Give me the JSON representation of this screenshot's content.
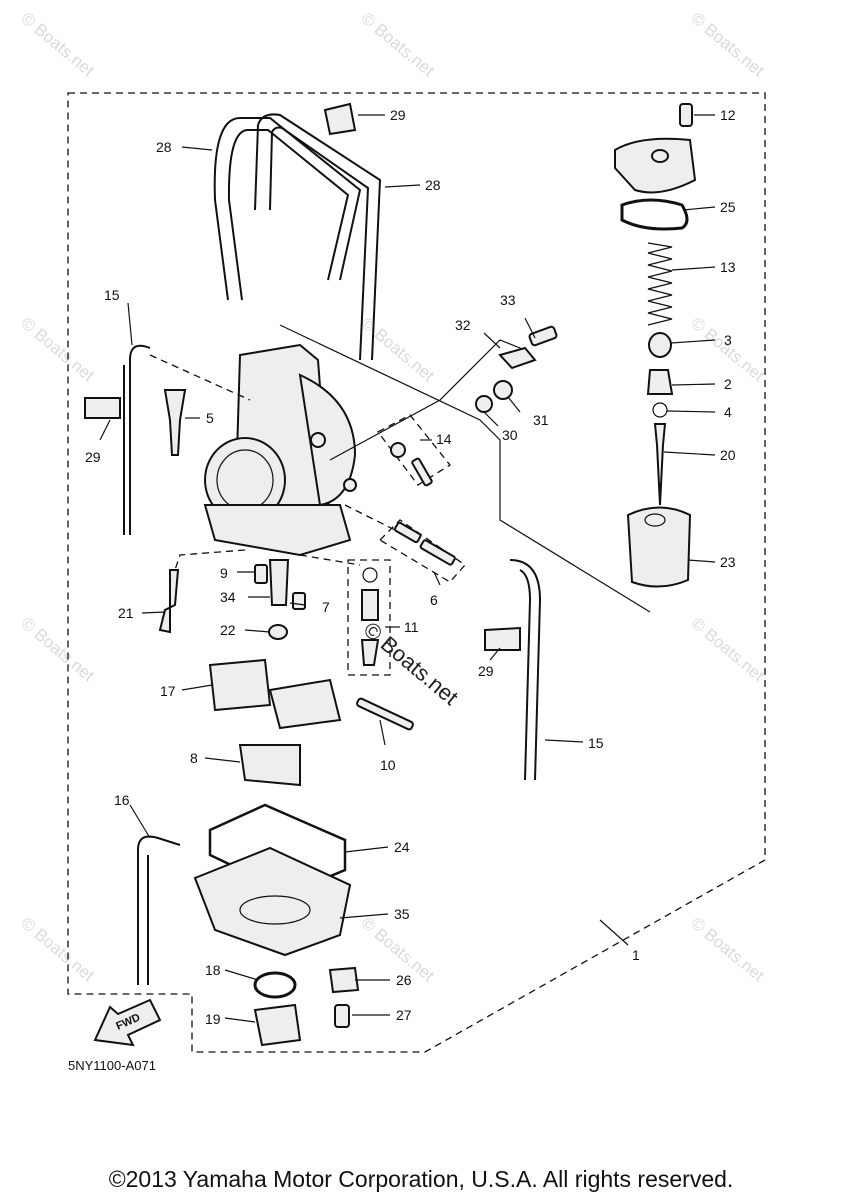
{
  "watermark": "© Boats.net",
  "diagram_code": "5NY1100-A071",
  "fwd_label": "FWD",
  "copyright": "©2013 Yamaha Motor Corporation, U.S.A. All rights reserved.",
  "callouts": {
    "c1": "1",
    "c2": "2",
    "c3": "3",
    "c4": "4",
    "c5": "5",
    "c6": "6",
    "c7": "7",
    "c8": "8",
    "c9": "9",
    "c10": "10",
    "c11": "11",
    "c12": "12",
    "c13": "13",
    "c14": "14",
    "c15a": "15",
    "c15b": "15",
    "c16": "16",
    "c17": "17",
    "c18": "18",
    "c19": "19",
    "c20": "20",
    "c21": "21",
    "c22": "22",
    "c23": "23",
    "c24": "24",
    "c25": "25",
    "c26": "26",
    "c27": "27",
    "c28a": "28",
    "c28b": "28",
    "c29a": "29",
    "c29b": "29",
    "c29c": "29",
    "c30": "30",
    "c31": "31",
    "c32": "32",
    "c33": "33",
    "c34": "34",
    "c35": "35"
  }
}
